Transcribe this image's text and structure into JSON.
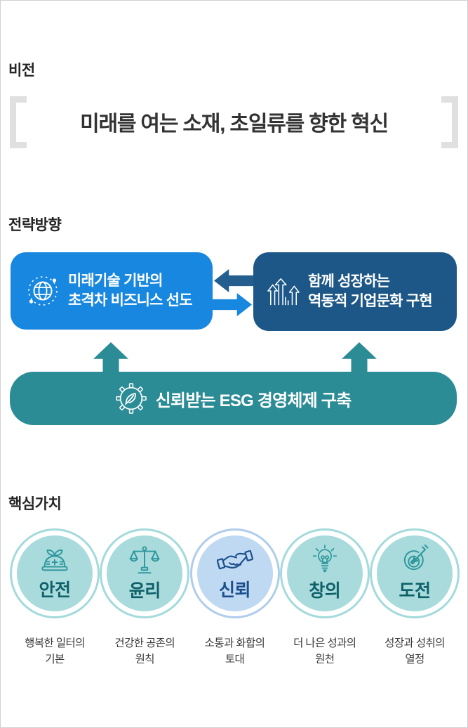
{
  "vision": {
    "heading": "비전",
    "statement": "미래를 여는 소재, 초일류를 향한 혁신"
  },
  "strategy": {
    "heading": "전략방향",
    "boxes": [
      {
        "icon": "globe-icon",
        "line1": "미래기술 기반의",
        "line2": "초격차 비즈니스 선도"
      },
      {
        "icon": "growth-arrows-icon",
        "line1": "함께 성장하는",
        "line2": "역동적 기업문화 구현"
      }
    ],
    "foundation": {
      "icon": "gear-leaf-icon",
      "label": "신뢰받는 ESG 경영체제 구축"
    }
  },
  "core_values": {
    "heading": "핵심가치",
    "items": [
      {
        "label": "안전",
        "desc_line1": "행복한 일터의",
        "desc_line2": "기본",
        "icon": "sprout-mound-icon",
        "theme": "teal"
      },
      {
        "label": "윤리",
        "desc_line1": "건강한 공존의",
        "desc_line2": "원칙",
        "icon": "scales-icon",
        "theme": "teal"
      },
      {
        "label": "신뢰",
        "desc_line1": "소통과 화합의",
        "desc_line2": "토대",
        "icon": "handshake-icon",
        "theme": "blue"
      },
      {
        "label": "창의",
        "desc_line1": "더 나은 성과의",
        "desc_line2": "원천",
        "icon": "lightbulb-icon",
        "theme": "teal"
      },
      {
        "label": "도전",
        "desc_line1": "성장과 성취의",
        "desc_line2": "열정",
        "icon": "target-dart-icon",
        "theme": "teal"
      }
    ]
  },
  "colors": {
    "bright_blue": "#1787e0",
    "navy": "#1d5787",
    "arrow_navy": "#235e8f",
    "teal": "#2b8c95",
    "light_teal_fill": "#a9dbdc",
    "light_teal_ring": "#a3dadb",
    "light_blue_fill": "#bfd9f2",
    "light_blue_ring": "#afccec",
    "teal_label_text": "#0e6069",
    "navy_label_text": "#1b4e8d",
    "bracket_gray": "#e0e0e0",
    "heading_text": "#252525",
    "statement_text": "#333333"
  }
}
